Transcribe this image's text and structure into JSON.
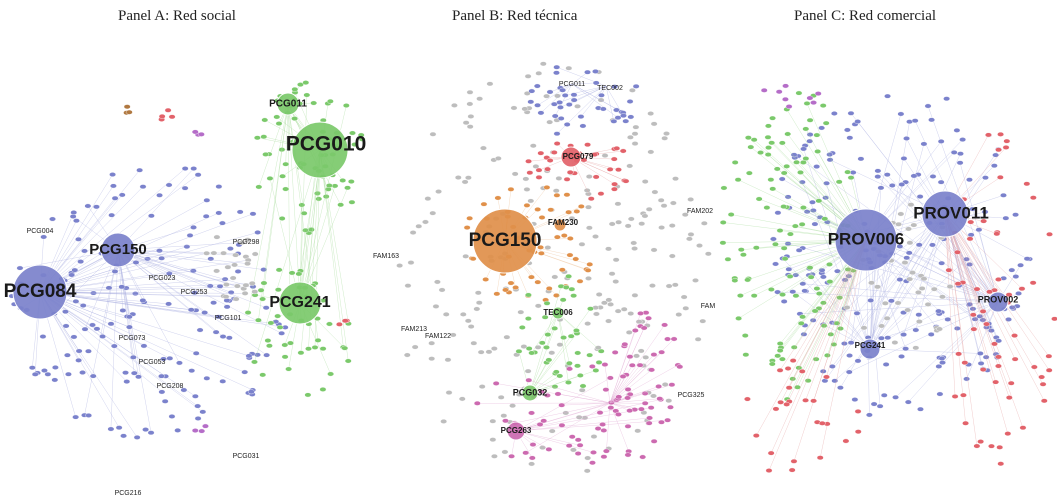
{
  "panels": [
    {
      "title": "Panel A: Red social",
      "hubs": [
        {
          "label": "PCG084",
          "community": "blue",
          "size": "large"
        },
        {
          "label": "PCG150",
          "community": "blue",
          "size": "medium"
        },
        {
          "label": "PCG010",
          "community": "green",
          "size": "large"
        },
        {
          "label": "PCG241",
          "community": "green",
          "size": "large"
        },
        {
          "label": "PCG011",
          "community": "green",
          "size": "small"
        }
      ],
      "minor_labels": [
        "PCG004",
        "PCG023",
        "PCG073",
        "PCG053",
        "PCG101",
        "PCG208",
        "PCG031",
        "PCG216",
        "PCG253",
        "PCG298"
      ]
    },
    {
      "title": "Panel B: Red técnica",
      "hubs": [
        {
          "label": "PCG150",
          "community": "orange",
          "size": "large"
        },
        {
          "label": "PCG079",
          "community": "red",
          "size": "small"
        },
        {
          "label": "FAM230",
          "community": "orange",
          "size": "small"
        },
        {
          "label": "TEC006",
          "community": "green",
          "size": "small"
        },
        {
          "label": "PCG032",
          "community": "green",
          "size": "small"
        },
        {
          "label": "PCG263",
          "community": "magenta",
          "size": "small"
        }
      ],
      "minor_labels": [
        "PCG011",
        "TEC002",
        "FAM202",
        "FAM163",
        "FAM213",
        "FAM122",
        "PCG325",
        "FAM"
      ]
    },
    {
      "title": "Panel C: Red comercial",
      "hubs": [
        {
          "label": "PROV006",
          "community": "blue",
          "size": "large"
        },
        {
          "label": "PROV011",
          "community": "blue",
          "size": "large"
        },
        {
          "label": "PROV002",
          "community": "blue",
          "size": "small"
        },
        {
          "label": "PCG241",
          "community": "blue",
          "size": "small"
        }
      ],
      "minor_labels": []
    }
  ],
  "colors": {
    "blue": "#7b82cc",
    "green": "#7bc96b",
    "orange": "#e0904a",
    "red": "#e2626a",
    "magenta": "#cc6ab0",
    "gray": "#bdbdbd",
    "purple": "#b56dc8",
    "brown": "#b07840",
    "edge_blue": "#a9aee0",
    "edge_green": "#a8dc9c",
    "edge_red": "#e5a3a3"
  }
}
